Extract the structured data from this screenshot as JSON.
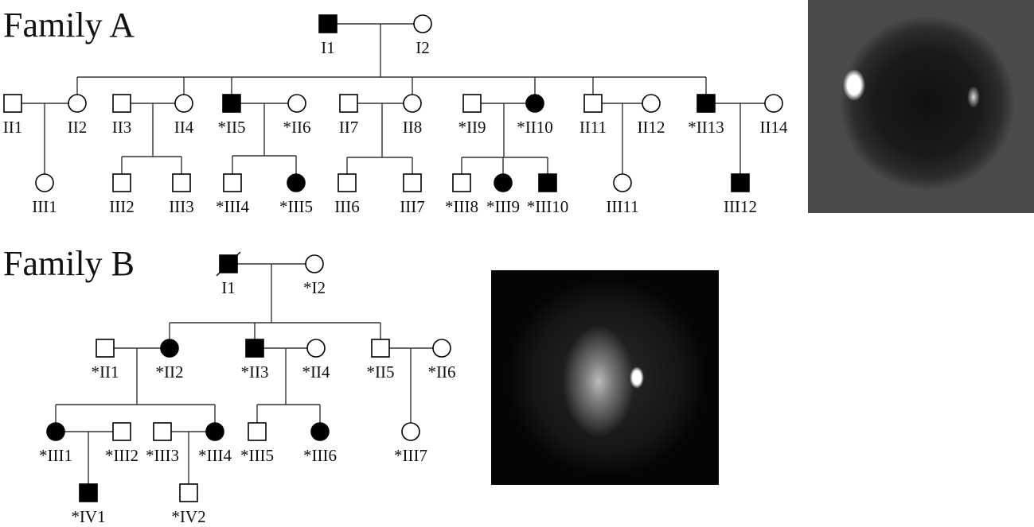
{
  "family_a": {
    "title": "Family A",
    "nodes": [
      {
        "id": "I1",
        "label": "I1",
        "sex": "male",
        "affected": true
      },
      {
        "id": "I2",
        "label": "I2",
        "sex": "female",
        "affected": false
      },
      {
        "id": "II1",
        "label": "II1",
        "sex": "male",
        "affected": false
      },
      {
        "id": "II2",
        "label": "II2",
        "sex": "female",
        "affected": false
      },
      {
        "id": "II3",
        "label": "II3",
        "sex": "male",
        "affected": false
      },
      {
        "id": "II4",
        "label": "II4",
        "sex": "female",
        "affected": false
      },
      {
        "id": "II5",
        "label": "*II5",
        "sex": "male",
        "affected": true
      },
      {
        "id": "II6",
        "label": "*II6",
        "sex": "female",
        "affected": false
      },
      {
        "id": "II7",
        "label": "II7",
        "sex": "male",
        "affected": false
      },
      {
        "id": "II8",
        "label": "II8",
        "sex": "female",
        "affected": false
      },
      {
        "id": "II9",
        "label": "*II9",
        "sex": "male",
        "affected": false
      },
      {
        "id": "II10",
        "label": "*II10",
        "sex": "female",
        "affected": true
      },
      {
        "id": "II11",
        "label": "II11",
        "sex": "male",
        "affected": false
      },
      {
        "id": "II12",
        "label": "II12",
        "sex": "female",
        "affected": false
      },
      {
        "id": "II13",
        "label": "*II13",
        "sex": "male",
        "affected": true
      },
      {
        "id": "II14",
        "label": "II14",
        "sex": "female",
        "affected": false
      },
      {
        "id": "III1",
        "label": "III1",
        "sex": "female",
        "affected": false
      },
      {
        "id": "III2",
        "label": "III2",
        "sex": "male",
        "affected": false
      },
      {
        "id": "III3",
        "label": "III3",
        "sex": "male",
        "affected": false
      },
      {
        "id": "III4",
        "label": "*III4",
        "sex": "male",
        "affected": false
      },
      {
        "id": "III5",
        "label": "*III5",
        "sex": "female",
        "affected": true
      },
      {
        "id": "III6",
        "label": "III6",
        "sex": "male",
        "affected": false
      },
      {
        "id": "III7",
        "label": "III7",
        "sex": "male",
        "affected": false
      },
      {
        "id": "III8",
        "label": "*III8",
        "sex": "male",
        "affected": false
      },
      {
        "id": "III9",
        "label": "*III9",
        "sex": "female",
        "affected": true
      },
      {
        "id": "III10",
        "label": "*III10",
        "sex": "male",
        "affected": true
      },
      {
        "id": "III11",
        "label": "III11",
        "sex": "female",
        "affected": false
      },
      {
        "id": "III12",
        "label": "III12",
        "sex": "male",
        "affected": true
      }
    ]
  },
  "family_b": {
    "title": "Family B",
    "nodes": [
      {
        "id": "I1",
        "label": "I1",
        "sex": "male",
        "affected": true,
        "deceased": true
      },
      {
        "id": "I2",
        "label": "*I2",
        "sex": "female",
        "affected": false
      },
      {
        "id": "II1",
        "label": "*II1",
        "sex": "male",
        "affected": false
      },
      {
        "id": "II2",
        "label": "*II2",
        "sex": "female",
        "affected": true
      },
      {
        "id": "II3",
        "label": "*II3",
        "sex": "male",
        "affected": true
      },
      {
        "id": "II4",
        "label": "*II4",
        "sex": "female",
        "affected": false
      },
      {
        "id": "II5",
        "label": "*II5",
        "sex": "male",
        "affected": false
      },
      {
        "id": "II6",
        "label": "*II6",
        "sex": "female",
        "affected": false
      },
      {
        "id": "III1",
        "label": "*III1",
        "sex": "female",
        "affected": true
      },
      {
        "id": "III2",
        "label": "*III2",
        "sex": "male",
        "affected": false
      },
      {
        "id": "III3",
        "label": "*III3",
        "sex": "male",
        "affected": false
      },
      {
        "id": "III4",
        "label": "*III4",
        "sex": "female",
        "affected": true
      },
      {
        "id": "III5",
        "label": "*III5",
        "sex": "male",
        "affected": false
      },
      {
        "id": "III6",
        "label": "*III6",
        "sex": "female",
        "affected": true
      },
      {
        "id": "III7",
        "label": "*III7",
        "sex": "female",
        "affected": false
      },
      {
        "id": "IV1",
        "label": "*IV1",
        "sex": "male",
        "affected": true
      },
      {
        "id": "IV2",
        "label": "*IV2",
        "sex": "male",
        "affected": false
      }
    ]
  }
}
